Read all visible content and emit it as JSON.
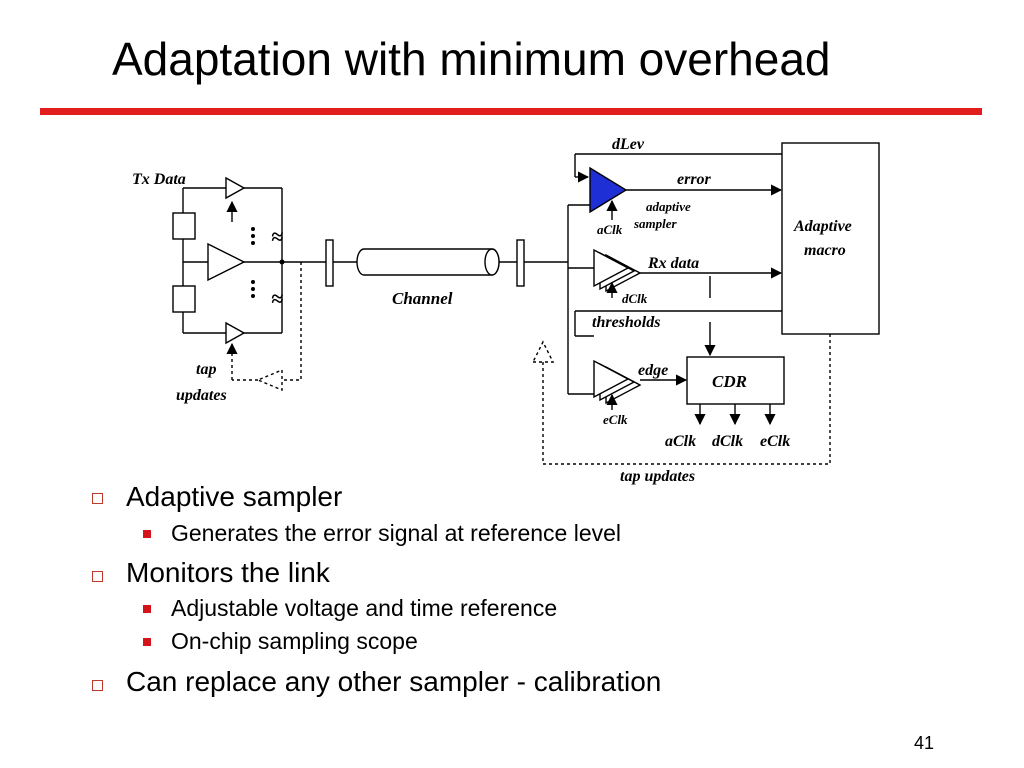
{
  "slide": {
    "title": "Adaptation with minimum overhead",
    "page_number": "41",
    "accent_color": "#e11d1d"
  },
  "diagram": {
    "labels": {
      "tx_data": "Tx Data",
      "tap_updates_left_1": "tap",
      "tap_updates_left_2": "updates",
      "channel": "Channel",
      "dlev": "dLev",
      "error": "error",
      "adaptive_sampler_1": "adaptive",
      "adaptive_sampler_2": "sampler",
      "aclk_sampler": "aClk",
      "rx_data": "Rx data",
      "dclk_sampler": "dClk",
      "thresholds": "thresholds",
      "edge": "edge",
      "eclk_sampler": "eClk",
      "cdr": "CDR",
      "adaptive_macro_1": "Adaptive",
      "adaptive_macro_2": "macro",
      "aclk_out": "aClk",
      "dclk_out": "dClk",
      "eclk_out": "eClk",
      "tap_updates_bottom": "tap updates"
    },
    "colors": {
      "adaptive_sampler_fill": "#1f2fd6",
      "line": "#000000"
    }
  },
  "bullets": [
    {
      "text": "Adaptive sampler",
      "sub": [
        "Generates the error signal at reference level"
      ]
    },
    {
      "text": "Monitors the link",
      "sub": [
        "Adjustable voltage and time reference",
        "On-chip sampling scope"
      ]
    },
    {
      "text": "Can replace any other sampler - calibration",
      "sub": []
    }
  ]
}
